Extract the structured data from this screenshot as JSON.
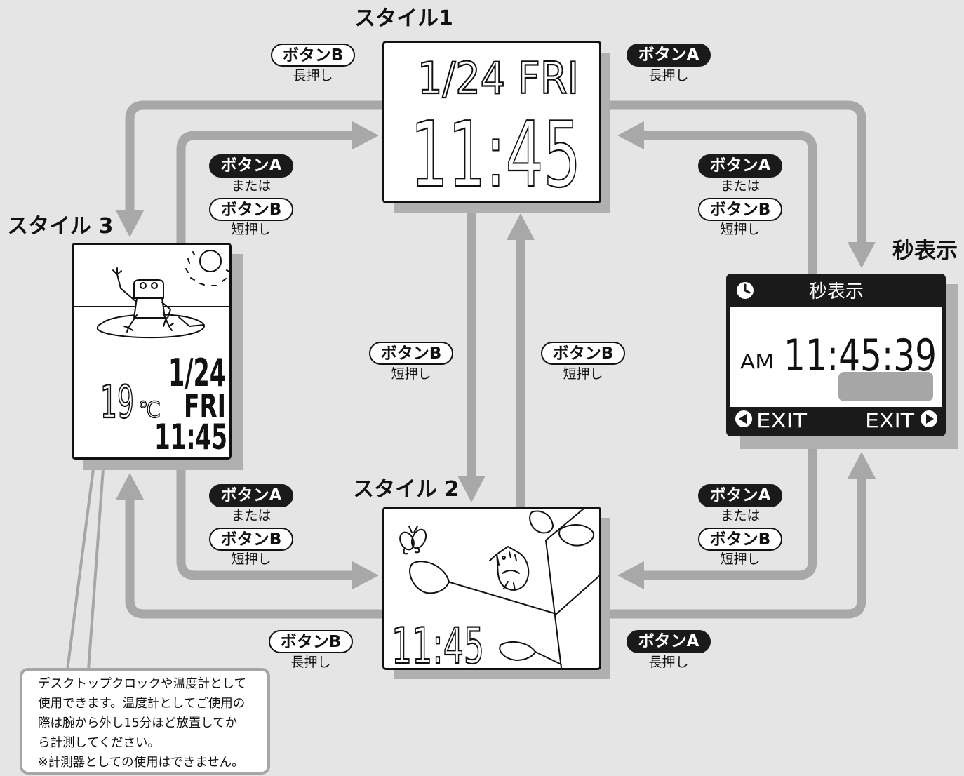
{
  "style1": {
    "title": "スタイル1",
    "date": "1/24 FRI",
    "time": "11:45"
  },
  "style2": {
    "title": "スタイル 2",
    "time": "11:45"
  },
  "style3": {
    "title": "スタイル 3",
    "date": "1/24",
    "temperature": "19",
    "temperature_unit": "℃",
    "weekday": "FRI",
    "time": "11:45"
  },
  "seconds_display": {
    "title": "秒表示",
    "header": "秒表示",
    "ampm": "AM",
    "time": "11:45:39",
    "exit_left": "EXIT",
    "exit_right": "EXIT"
  },
  "transitions": {
    "style1_to_style3": {
      "button": "ボタンB",
      "press": "長押し"
    },
    "style1_to_seconds": {
      "button": "ボタンA",
      "press": "長押し"
    },
    "style3_to_style1": {
      "button_a": "ボタンA",
      "or": "または",
      "button_b": "ボタンB",
      "press": "短押し"
    },
    "seconds_to_style1": {
      "button_a": "ボタンA",
      "or": "または",
      "button_b": "ボタンB",
      "press": "短押し"
    },
    "style1_to_style2": {
      "button": "ボタンB",
      "press": "短押し"
    },
    "style2_to_style1": {
      "button": "ボタンB",
      "press": "短押し"
    },
    "style3_to_style2": {
      "button_a": "ボタンA",
      "or": "または",
      "button_b": "ボタンB",
      "press": "短押し"
    },
    "seconds_to_style2": {
      "button_a": "ボタンA",
      "or": "または",
      "button_b": "ボタンB",
      "press": "短押し"
    },
    "style2_to_style3": {
      "button": "ボタンB",
      "press": "長押し"
    },
    "style2_to_seconds": {
      "button": "ボタンA",
      "press": "長押し"
    }
  },
  "note": {
    "lines": [
      "デスクトップクロックや温度計として",
      "使用できます。温度計としてご使用の",
      "際は腕から外し15分ほど放置してか",
      "ら計測してください。",
      "※計測器としての使用はできません。"
    ]
  },
  "colors": {
    "background": "#e5e5e5",
    "arrow": "#a8a8a8",
    "shadow": "#b0b0b0",
    "dark_pill": "#1a1a1a",
    "callout_border": "#a6a6a6"
  }
}
